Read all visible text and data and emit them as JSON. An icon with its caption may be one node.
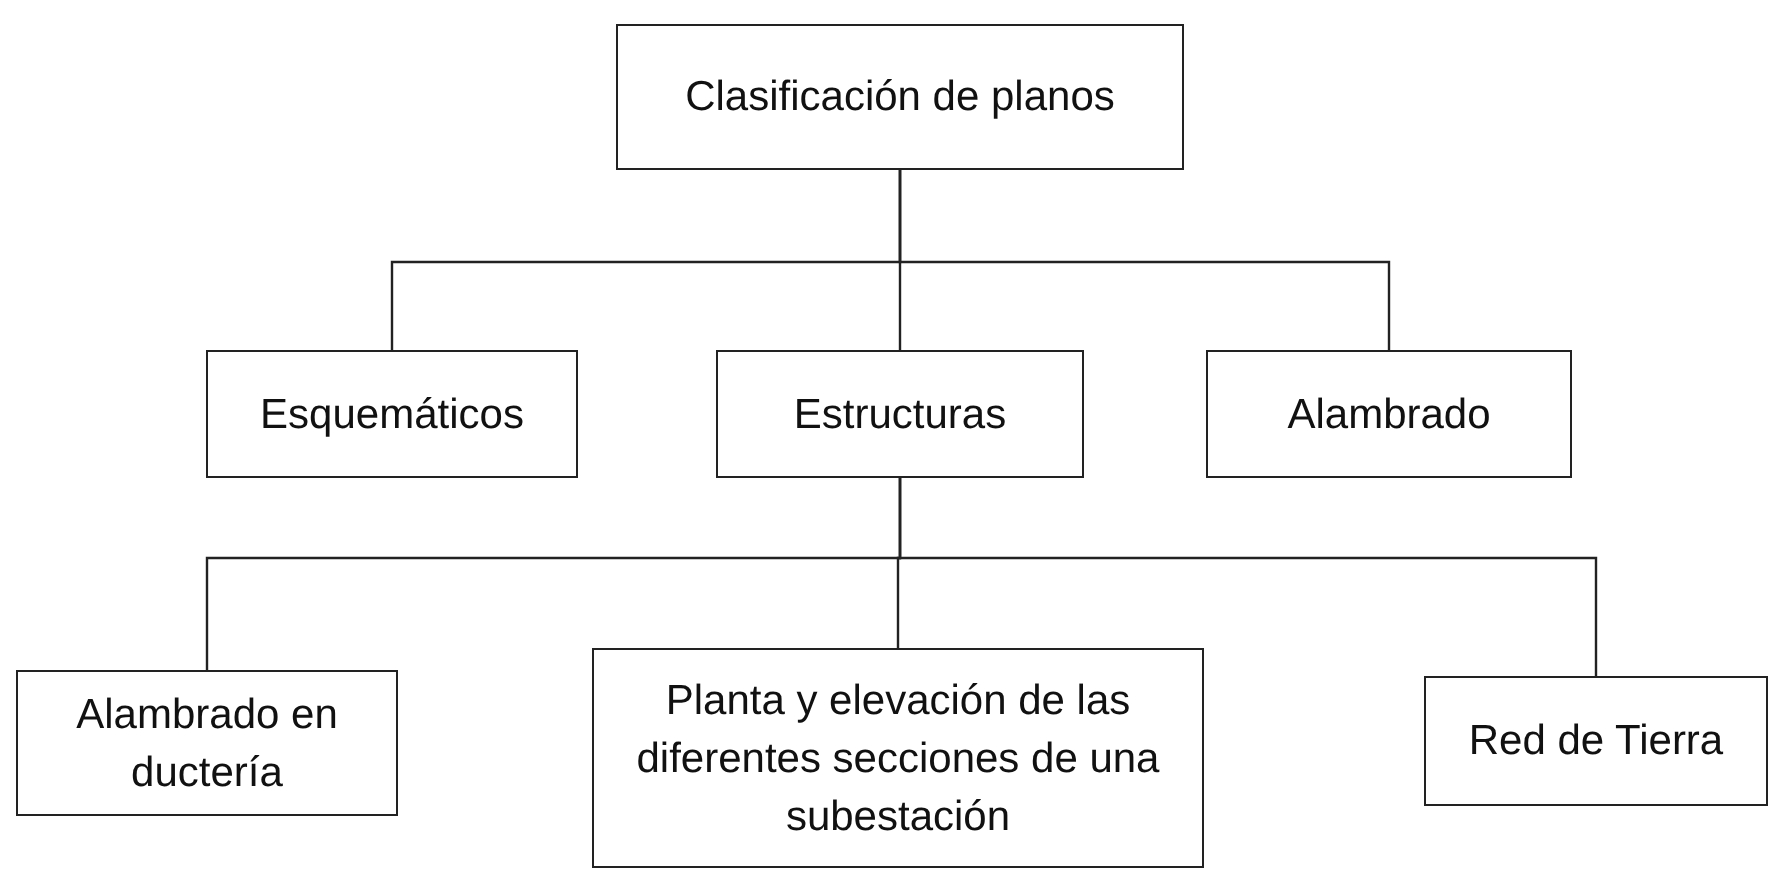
{
  "diagram": {
    "nodes": [
      {
        "text": [
          "Clasificación de planos"
        ]
      },
      {
        "text": [
          "Esquemáticos"
        ]
      },
      {
        "text": [
          "Estructuras"
        ]
      },
      {
        "text": [
          "Alambrado"
        ]
      },
      {
        "text": [
          "Alambrado en ductería"
        ]
      },
      {
        "text": [
          "Planta y elevación de las diferentes secciones de una subestación"
        ]
      },
      {
        "text": [
          "Red de Tierra"
        ]
      }
    ],
    "edges": [
      {
        "from": 0,
        "to": 1,
        "arrow": "none"
      },
      {
        "from": 0,
        "to": 2,
        "arrow": "none"
      },
      {
        "from": 0,
        "to": 3,
        "arrow": "none"
      },
      {
        "from": 2,
        "to": 4,
        "arrow": "none"
      },
      {
        "from": 2,
        "to": 5,
        "arrow": "none"
      },
      {
        "from": 2,
        "to": 6,
        "arrow": "none"
      }
    ]
  }
}
